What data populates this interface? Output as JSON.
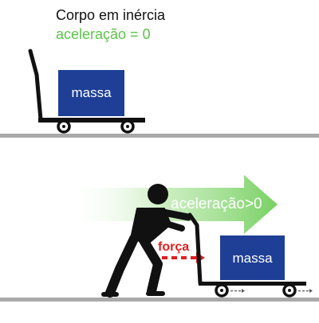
{
  "top_scene": {
    "title": "Corpo em inércia",
    "acceleration_label": "aceleração = 0",
    "mass_label": "massa"
  },
  "bottom_scene": {
    "acceleration_label": "aceleração>0",
    "force_label": "força",
    "mass_label": "massa"
  },
  "colors": {
    "green": "#5cc44a",
    "arrow_green": "#7ed36a",
    "red": "#e02020",
    "box_blue": "#1e3f95",
    "cart_black": "#111111",
    "ground_gray": "#a9a9a9"
  },
  "icons": {
    "cart": "hand-truck-icon",
    "person": "pushing-person-icon",
    "force_arrow": "dashed-arrow-icon",
    "acceleration_arrow": "gradient-arrow-icon",
    "motion_marks": "motion-dashes-icon"
  }
}
